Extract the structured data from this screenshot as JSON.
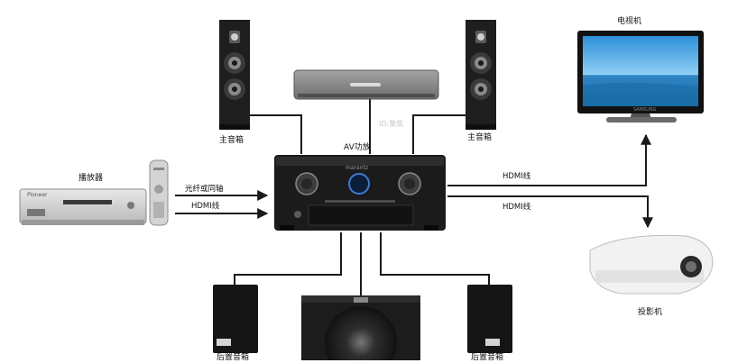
{
  "labels": {
    "tv": "电视机",
    "player": "播放器",
    "speaker_left": "主音箱",
    "speaker_right": "主音箱",
    "amplifier": "AV功放",
    "projector": "投影机",
    "rear_left": "后置音箱",
    "rear_right": "后置音箱"
  },
  "connections": {
    "optical_coax": "光纤或同轴",
    "hdmi_in": "HDMI线",
    "hdmi_tv": "HDMI线",
    "hdmi_projector": "HDMI线"
  },
  "device_text": {
    "amp_brand": "marantz",
    "player_brand": "Pioneer",
    "tv_brand": "SAMSUNG"
  },
  "watermark": "ID:聚焦",
  "colors": {
    "line": "#1a1a1a",
    "device_dark": "#1d1d1d",
    "tv_sky": "#3fa7e0",
    "tv_sea": "#1b78b8"
  }
}
